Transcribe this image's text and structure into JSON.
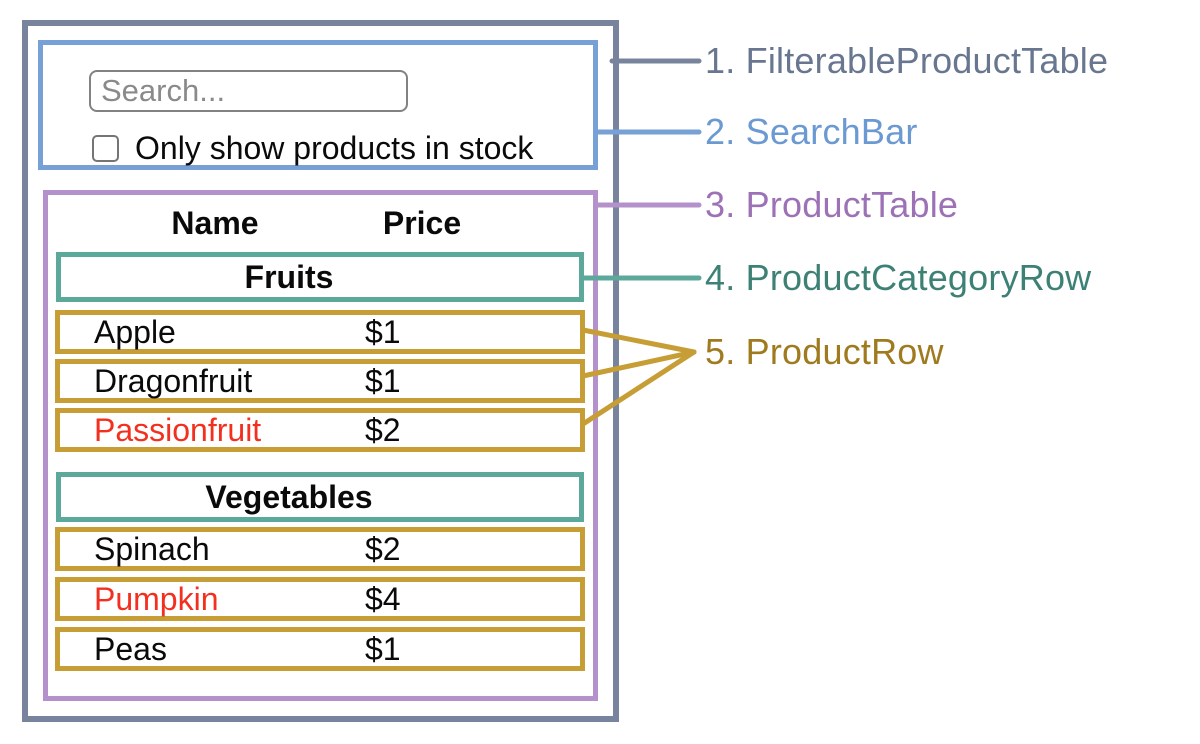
{
  "search_bar": {
    "placeholder": "Search...",
    "checkbox_label": "Only show products in stock"
  },
  "table": {
    "headers": [
      "Name",
      "Price"
    ],
    "sections": [
      {
        "category": "Fruits",
        "products": [
          {
            "name": "Apple",
            "price": "$1",
            "name_color": "#0a0a0a"
          },
          {
            "name": "Dragonfruit",
            "price": "$1",
            "name_color": "#0a0a0a"
          },
          {
            "name": "Passionfruit",
            "price": "$2",
            "name_color": "#f3301f"
          }
        ]
      },
      {
        "category": "Vegetables",
        "products": [
          {
            "name": "Spinach",
            "price": "$2",
            "name_color": "#0a0a0a"
          },
          {
            "name": "Pumpkin",
            "price": "$4",
            "name_color": "#f3301f"
          },
          {
            "name": "Peas",
            "price": "$1",
            "name_color": "#0a0a0a"
          }
        ]
      }
    ]
  },
  "legend": [
    {
      "label": "1. FilterableProductTable",
      "color_key": "slate"
    },
    {
      "label": "2. SearchBar",
      "color_key": "blue"
    },
    {
      "label": "3. ProductTable",
      "color_key": "purple"
    },
    {
      "label": "4. ProductCategoryRow",
      "color_key": "teal"
    },
    {
      "label": "5. ProductRow",
      "color_key": "gold"
    }
  ],
  "colors": {
    "slate_border": "#78839d",
    "slate_label": "#68768f",
    "blue_border": "#76a0d6",
    "blue_label": "#6b99d2",
    "purple_border": "#b491ca",
    "purple_label": "#9c71b5",
    "teal_border": "#5ca99b",
    "teal_label": "#3d8175",
    "gold_border": "#c79d35",
    "gold_label": "#9f7a1e",
    "red_text": "#f3301f",
    "input_border": "#828282",
    "placeholder": "#8a8a8a",
    "checkbox_border": "#757575"
  }
}
